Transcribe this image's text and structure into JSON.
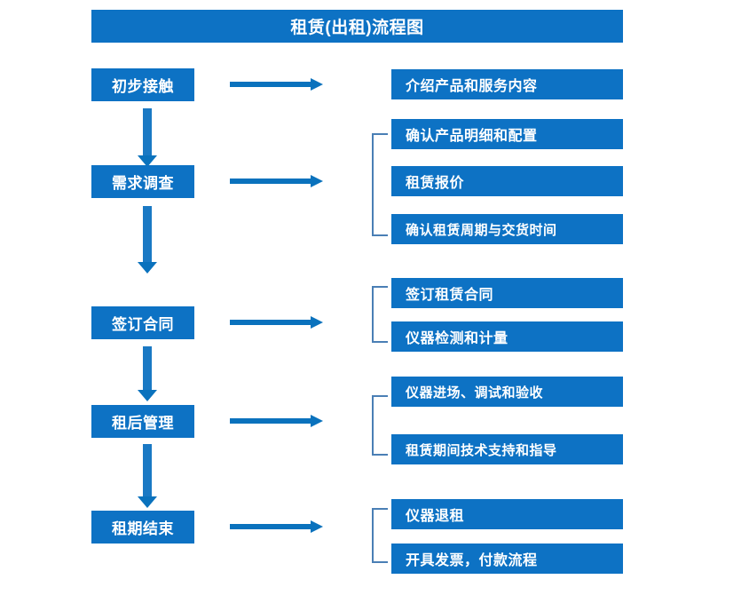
{
  "title": "租赁(出租)流程图",
  "colors": {
    "box_blue": "#0d72c4",
    "arrow_blue": "#0a72bd",
    "bracket_blue": "#4a7fb5",
    "text_white": "#ffffff",
    "background": "#ffffff"
  },
  "chart_data": {
    "type": "diagram",
    "title": "租赁(出租)流程图",
    "stages": [
      {
        "label": "初步接触",
        "details": [
          "介绍产品和服务内容"
        ],
        "grouped": false
      },
      {
        "label": "需求调查",
        "details": [
          "确认产品明细和配置",
          "租赁报价",
          "确认租赁周期与交货时间"
        ],
        "grouped": true
      },
      {
        "label": "签订合同",
        "details": [
          "签订租赁合同",
          "仪器检测和计量"
        ],
        "grouped": true
      },
      {
        "label": "租后管理",
        "details": [
          "仪器进场、调试和验收",
          "租赁期间技术支持和指导"
        ],
        "grouped": true
      },
      {
        "label": "租期结束",
        "details": [
          "仪器退租",
          "开具发票，付款流程"
        ],
        "grouped": true
      }
    ]
  },
  "stages": {
    "s0": {
      "label": "初步接触"
    },
    "s1": {
      "label": "需求调查"
    },
    "s2": {
      "label": "签订合同"
    },
    "s3": {
      "label": "租后管理"
    },
    "s4": {
      "label": "租期结束"
    }
  },
  "details": {
    "d0": "介绍产品和服务内容",
    "d1": "确认产品明细和配置",
    "d2": "租赁报价",
    "d3": "确认租赁周期与交货时间",
    "d4": "签订租赁合同",
    "d5": "仪器检测和计量",
    "d6": "仪器进场、调试和验收",
    "d7": "租赁期间技术支持和指导",
    "d8": "仪器退租",
    "d9": "开具发票，付款流程"
  }
}
